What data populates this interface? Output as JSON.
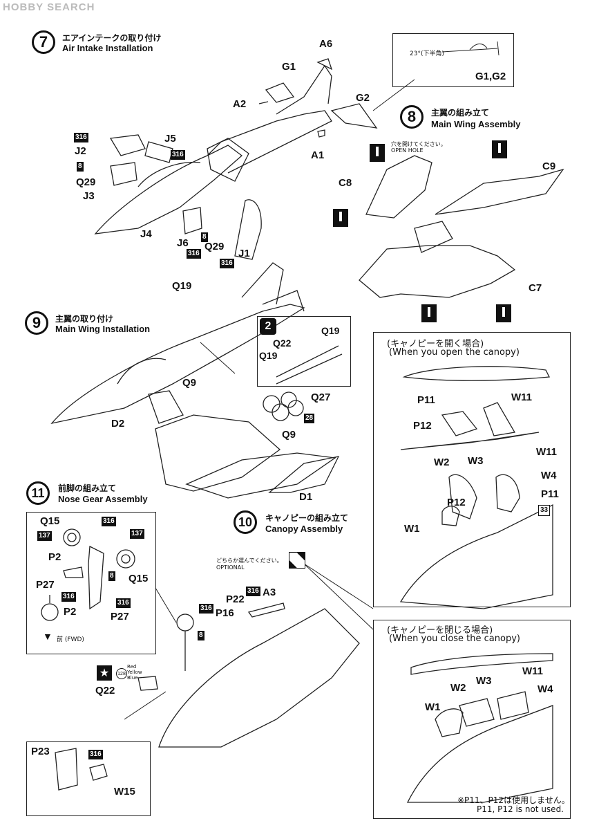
{
  "header": {
    "logo_text": "HOBBY SEARCH"
  },
  "step7": {
    "number": "7",
    "title_jp": "エアインテークの取り付け",
    "title_en": "Air Intake Installation",
    "parts": [
      "A6",
      "G1",
      "A2",
      "G2",
      "A1",
      "J5",
      "J2",
      "Q29",
      "J3",
      "J4",
      "J6",
      "Q29",
      "J1"
    ],
    "paints": [
      "316",
      "8",
      "316",
      "8",
      "316",
      "316"
    ]
  },
  "detail_box": {
    "angle_label": "23°(下半角)",
    "parts": "G1,G2"
  },
  "step8": {
    "number": "8",
    "title_jp": "主翼の組み立て",
    "title_en": "Main Wing Assembly",
    "open_hole_jp": "穴を開けてください。",
    "open_hole_en": "OPEN HOLE",
    "parts": [
      "C8",
      "C9",
      "C7"
    ]
  },
  "step9": {
    "number": "9",
    "title_jp": "主翼の取り付け",
    "title_en": "Main Wing Installation",
    "parts": [
      "Q19",
      "Q9",
      "D2",
      "Q27",
      "Q9",
      "D1"
    ],
    "paint_q27": "28"
  },
  "inset2": {
    "number": "2",
    "parts": [
      "Q22",
      "Q19",
      "Q19"
    ]
  },
  "canopy_open": {
    "heading_jp": "(キャノピーを開く場合)",
    "heading_en": "(When you open the canopy)",
    "parts": [
      "P11",
      "W11",
      "P12",
      "W2",
      "W3",
      "W11",
      "W4",
      "P12",
      "P11",
      "W1"
    ],
    "paint": "33"
  },
  "canopy_closed": {
    "heading_jp": "(キャノピーを閉じる場合)",
    "heading_en": "(When you close the canopy)",
    "parts": [
      "W11",
      "W2",
      "W3",
      "W4",
      "W1"
    ],
    "note_jp": "※P11、P12は使用しません。",
    "note_en": "P11, P12 is not used."
  },
  "step10": {
    "number": "10",
    "title_jp": "キャノピーの組み立て",
    "title_en": "Canopy Assembly",
    "optional_jp": "どちらか選んでください。",
    "optional_en": "OPTIONAL"
  },
  "step11": {
    "number": "11",
    "title_jp": "前脚の組み立て",
    "title_en": "Nose Gear Assembly",
    "parts": [
      "Q15",
      "Q15",
      "P2",
      "P27",
      "P2",
      "P27"
    ],
    "paints": [
      "137",
      "316",
      "137",
      "8",
      "316",
      "316"
    ],
    "fwd_label": "前 (FWD)"
  },
  "nose_gear": {
    "parts": [
      "P22",
      "A3",
      "P16",
      "Q22"
    ],
    "paints": [
      "316",
      "316",
      "8"
    ],
    "decal_no": "128",
    "decal_colors": [
      "Red",
      "Yellow",
      "Blue"
    ]
  },
  "hatch_box": {
    "parts": [
      "P23",
      "W15"
    ],
    "paint": "316"
  }
}
